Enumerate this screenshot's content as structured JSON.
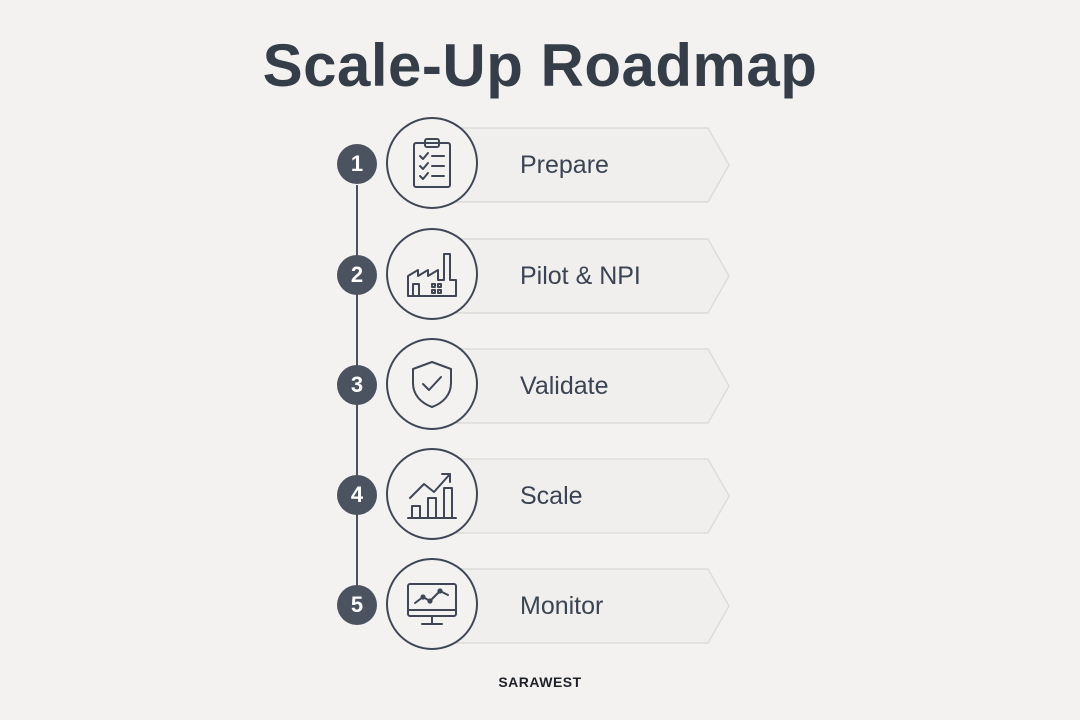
{
  "title": "Scale-Up Roadmap",
  "steps": [
    {
      "number": "1",
      "label": "Prepare",
      "icon": "clipboard-checklist-icon"
    },
    {
      "number": "2",
      "label": "Pilot & NPI",
      "icon": "factory-icon"
    },
    {
      "number": "3",
      "label": "Validate",
      "icon": "shield-check-icon"
    },
    {
      "number": "4",
      "label": "Scale",
      "icon": "bar-chart-growth-icon"
    },
    {
      "number": "5",
      "label": "Monitor",
      "icon": "monitor-chart-icon"
    }
  ],
  "brand": "SARAWEST",
  "colors": {
    "background": "#f3f2f0",
    "text": "#3b4452",
    "badge": "#4b5260",
    "outline": "#3f4756",
    "arrow_fill": "#f0efed",
    "arrow_stroke": "#dddcd9"
  }
}
